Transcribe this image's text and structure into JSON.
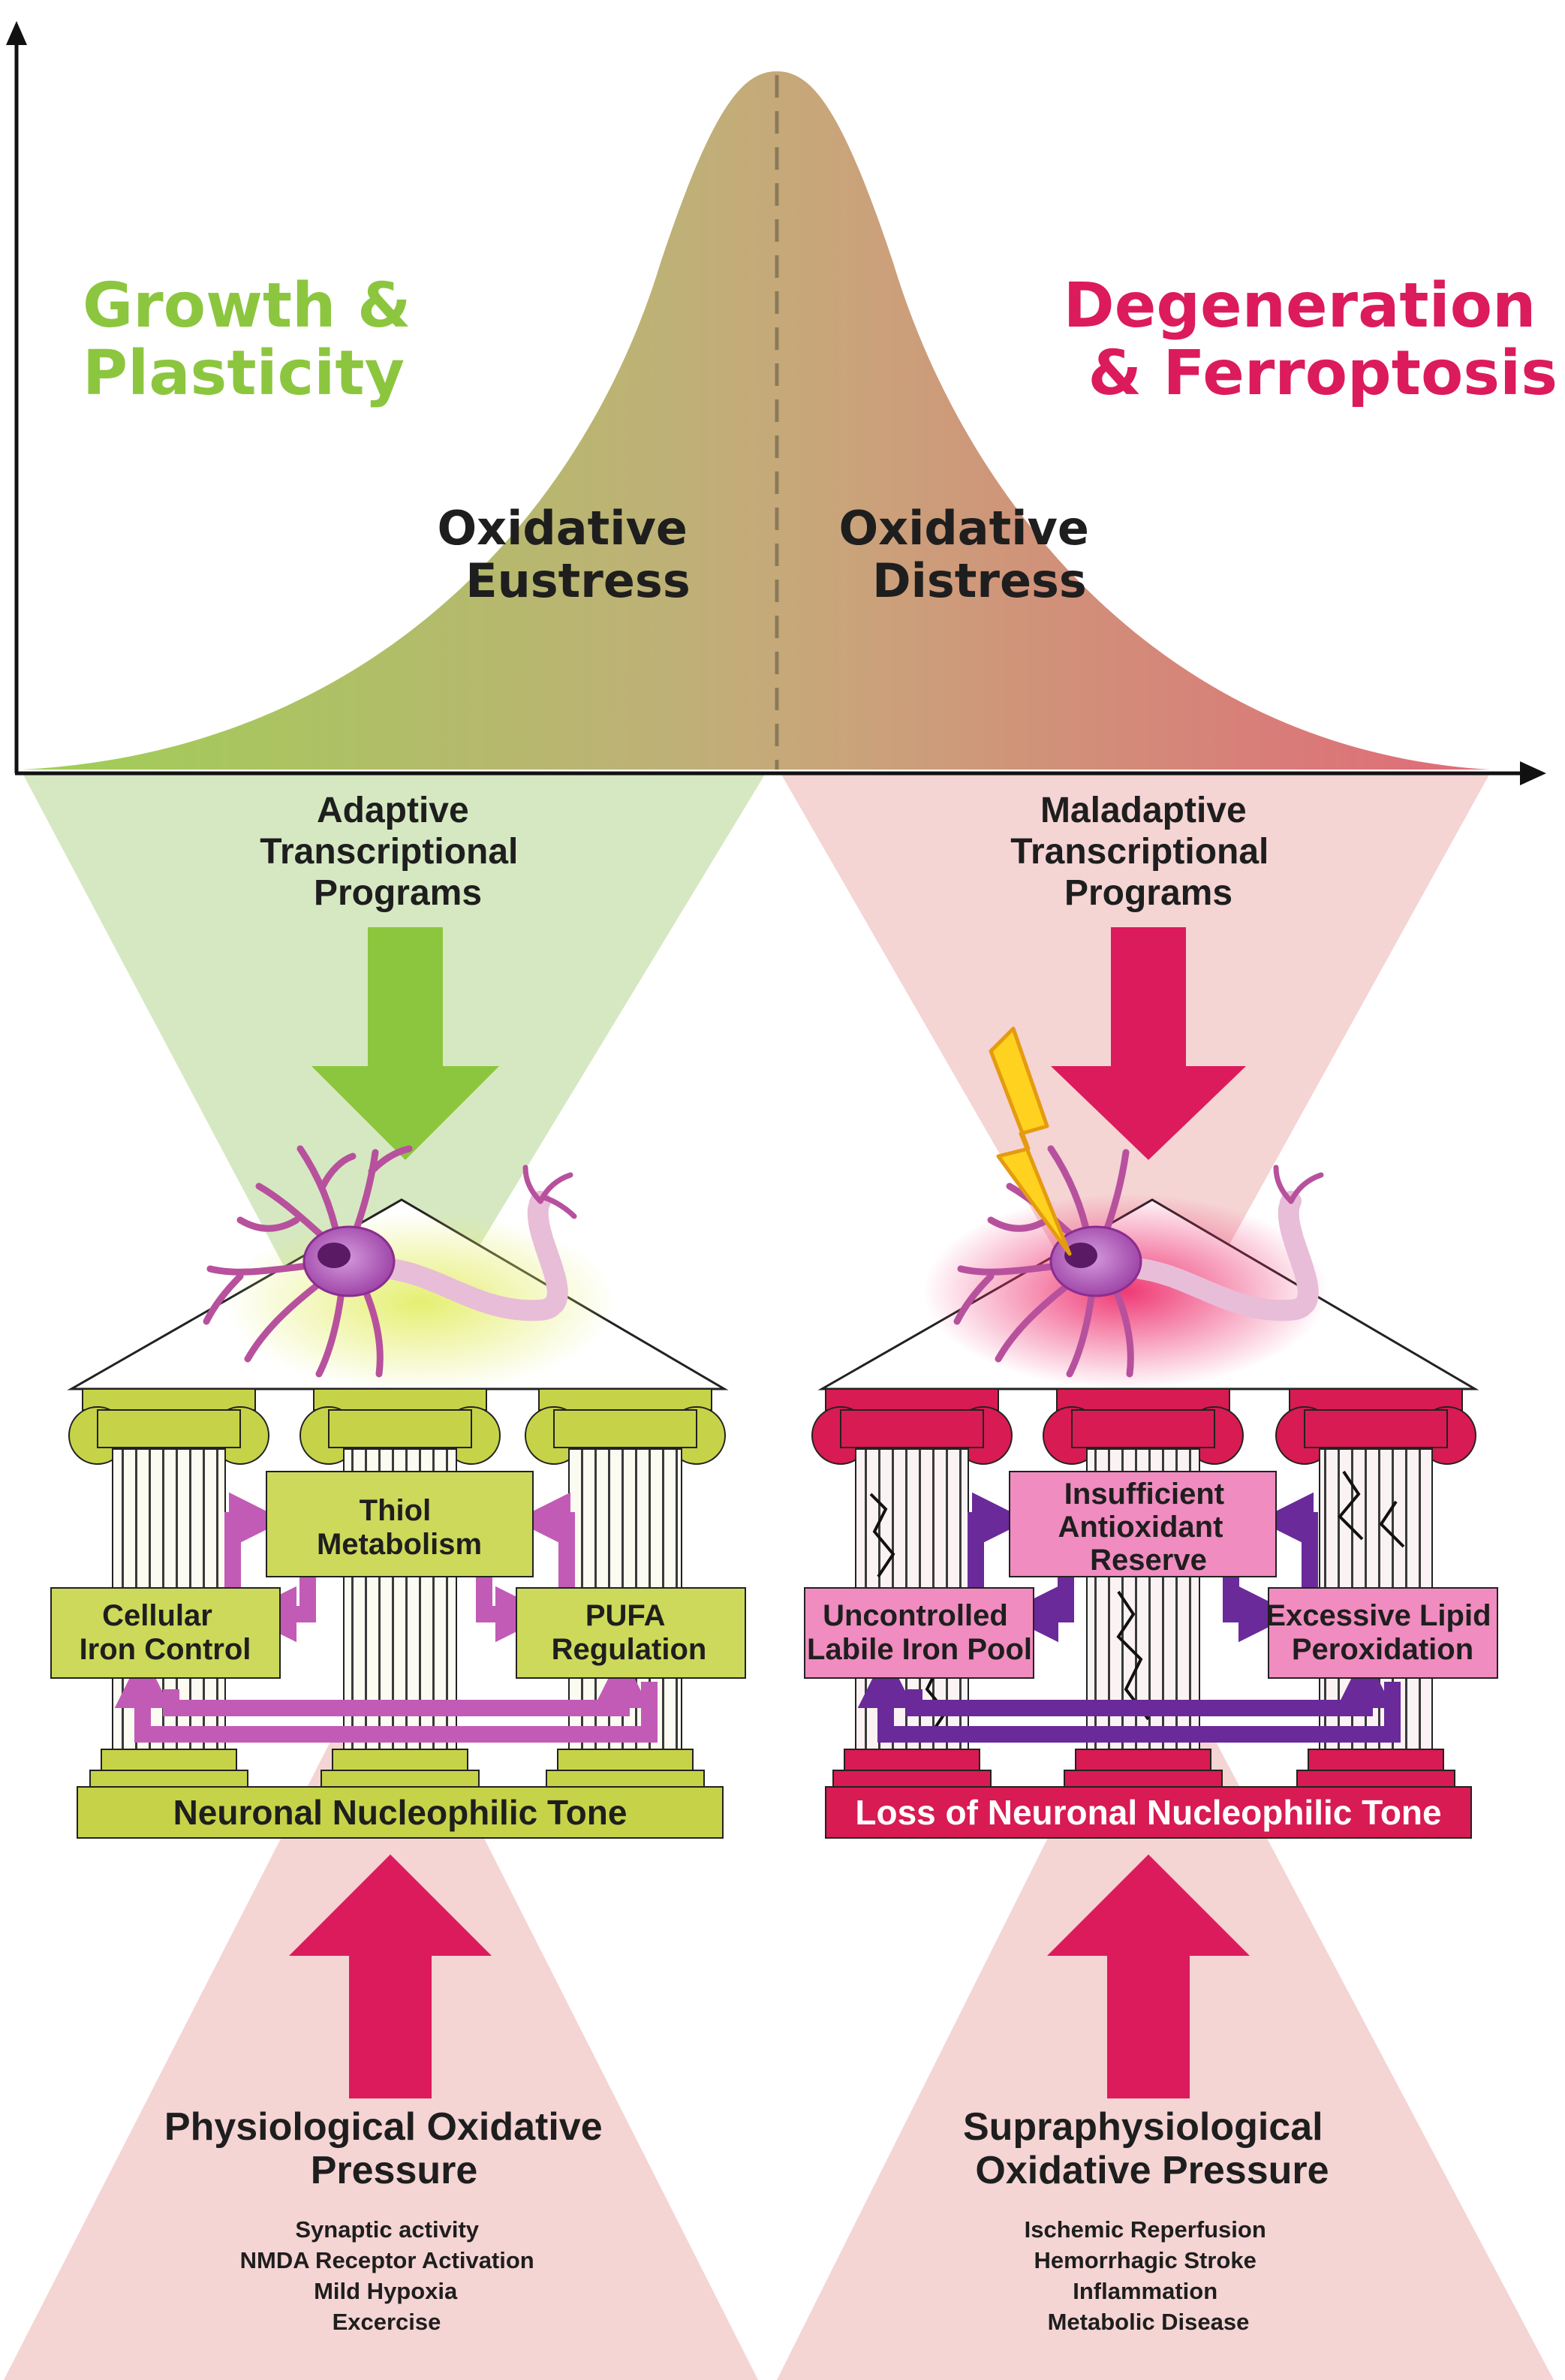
{
  "labels": {
    "growth": [
      "Growth &",
      "Plasticity"
    ],
    "degeneration": [
      "Degeneration",
      "& Ferroptosis"
    ],
    "eustress": [
      "Oxidative",
      "Eustress"
    ],
    "distress": [
      "Oxidative",
      "Distress"
    ],
    "adaptive": [
      "Adaptive",
      "Transcriptional",
      "Programs"
    ],
    "maladaptive": [
      "Maladaptive",
      "Transcriptional",
      "Programs"
    ]
  },
  "left_temple": {
    "boxes": {
      "top": [
        "Thiol",
        "Metabolism"
      ],
      "left": [
        "Cellular",
        "Iron Control"
      ],
      "right": [
        "PUFA",
        "Regulation"
      ]
    },
    "base": "Neuronal Nucleophilic Tone"
  },
  "right_temple": {
    "boxes": {
      "top": [
        "Insufficient",
        "Antioxidant",
        "Reserve"
      ],
      "left": [
        "Uncontrolled",
        "Labile Iron Pool"
      ],
      "right": [
        "Excessive Lipid",
        "Peroxidation"
      ]
    },
    "base": "Loss of Neuronal Nucleophilic Tone"
  },
  "pressure_left": {
    "title": [
      "Physiological Oxidative",
      "Pressure"
    ],
    "items": [
      "Synaptic activity",
      "NMDA Receptor Activation",
      "Mild Hypoxia",
      "Excercise"
    ]
  },
  "pressure_right": {
    "title": [
      "Supraphysiological",
      "Oxidative Pressure"
    ],
    "items": [
      "Ischemic Reperfusion",
      "Hemorrhagic Stroke",
      "Inflammation",
      "Metabolic Disease"
    ]
  },
  "colors": {
    "green": "#8cc63f",
    "magenta": "#dc1b5c",
    "light_green": "#d6e8c2",
    "light_pink": "#f5d4d4",
    "olive": "#c6d348",
    "crimson": "#d81b52",
    "box_green": "#cdd95a",
    "box_pink": "#f08cbf",
    "arrow_violet": "#c25bb6",
    "arrow_purple": "#6a2a9a",
    "text_dark": "#1e1e1e"
  }
}
